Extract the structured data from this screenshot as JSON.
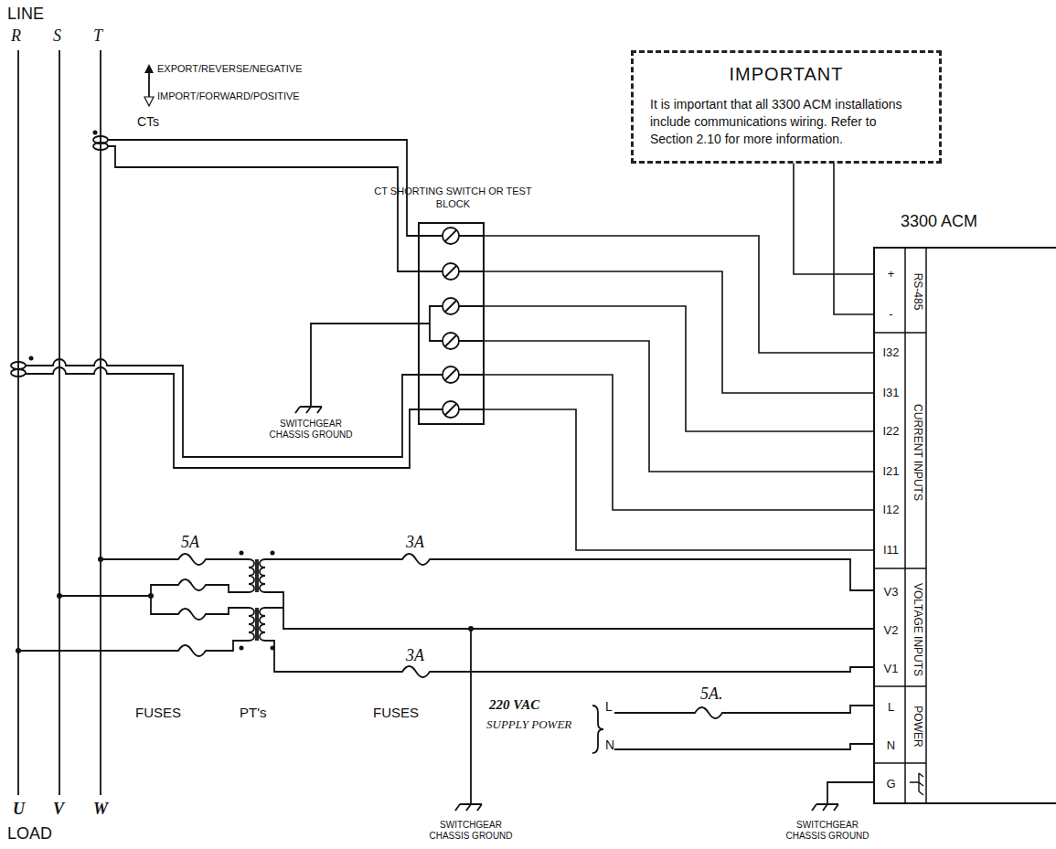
{
  "diagram": {
    "nodes": [
      {
        "text": [
          "IMPORTANT",
          "It is important that all 3300 ACM installations include communications wiring. Refer to Section 2.10 for more information."
        ]
      },
      {
        "text": [
          "CT SHORTING SWITCH OR TEST BLOCK"
        ]
      },
      {
        "text": [
          "3300 ACM",
          "+",
          "-",
          "I32",
          "I31",
          "I22",
          "I21",
          "I12",
          "I11",
          "V3",
          "V2",
          "V1",
          "L",
          "N",
          "G",
          "RS-485",
          "CURRENT INPUTS",
          "VOLTAGE INPUTS",
          "POWER"
        ]
      }
    ],
    "edges": [
      {
        "from": 0,
        "to": 2,
        "arrow": "none"
      },
      {
        "from": 0,
        "to": 2,
        "arrow": "none"
      },
      {
        "from": 1,
        "to": 2,
        "arrow": "none"
      },
      {
        "from": 1,
        "to": 2,
        "arrow": "none"
      },
      {
        "from": 1,
        "to": 2,
        "arrow": "none"
      },
      {
        "from": 1,
        "to": 2,
        "arrow": "none"
      },
      {
        "from": 1,
        "to": 2,
        "arrow": "none"
      },
      {
        "from": 1,
        "to": 2,
        "arrow": "none"
      }
    ],
    "labels": [
      "LINE",
      "R",
      "S",
      "T",
      "EXPORT/REVERSE/NEGATIVE",
      "IMPORT/FORWARD/POSITIVE",
      "CTs",
      "SWITCHGEAR CHASSIS GROUND",
      "5A",
      "3A",
      "3A",
      "FUSES",
      "PT's",
      "FUSES",
      "220 VAC",
      "SUPPLY POWER",
      "L",
      "N",
      "5A.",
      "U",
      "V",
      "W",
      "LOAD",
      "SWITCHGEAR CHASSIS GROUND",
      "SWITCHGEAR CHASSIS GROUND"
    ]
  }
}
